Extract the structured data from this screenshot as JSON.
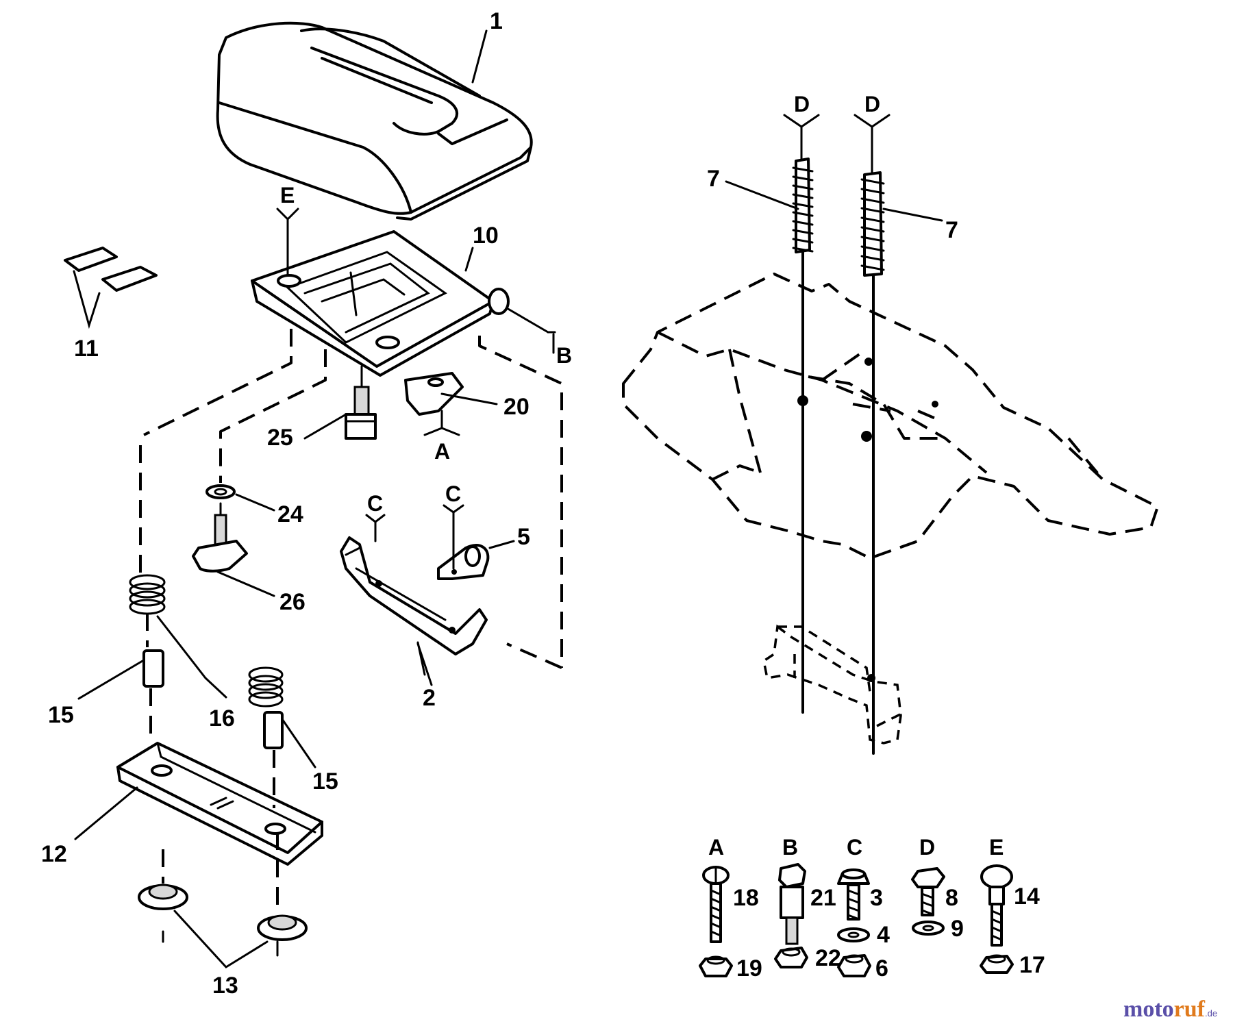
{
  "callouts": {
    "n1": "1",
    "n2": "2",
    "n3": "3",
    "n4": "4",
    "n5": "5",
    "n6": "6",
    "n7a": "7",
    "n7b": "7",
    "n8": "8",
    "n9": "9",
    "n10": "10",
    "n11": "11",
    "n12": "12",
    "n13": "13",
    "n14": "14",
    "n15a": "15",
    "n15b": "15",
    "n16": "16",
    "n17": "17",
    "n18": "18",
    "n19": "19",
    "n20": "20",
    "n21": "21",
    "n22": "22",
    "n24": "24",
    "n25": "25",
    "n26": "26"
  },
  "connectors": {
    "A_top": "A",
    "B_top": "B",
    "C_left": "C",
    "C_right": "C",
    "D_left": "D",
    "D_right": "D",
    "E_top": "E"
  },
  "hardware_key": {
    "A": "A",
    "B": "B",
    "C": "C",
    "D": "D",
    "E": "E"
  },
  "watermark": {
    "part1": "moto",
    "part2": "ruf",
    "part3": ".de",
    "color_primary": "#5a4fa8",
    "color_accent": "#e07a1c"
  }
}
